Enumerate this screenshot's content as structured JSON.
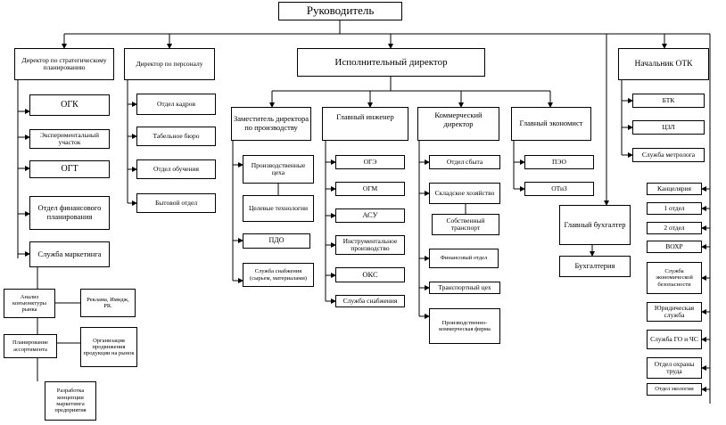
{
  "root": "Руководитель",
  "strategic": {
    "head": "Директор по стратегическому планированию",
    "units": [
      "ОГК",
      "Экспериментальный участок",
      "ОГТ",
      "Отдел финансового планирования",
      "Служба маркетинга"
    ]
  },
  "marketing": {
    "units": [
      "Анализ конъюнктуры рынка",
      "Реклама, Имидж, PR.",
      "Планирование ассортимента",
      "Организация продвижения продукции на рынок",
      "Разработка концепции маркетинга предприятия"
    ]
  },
  "personnel": {
    "head": "Директор по персоналу",
    "units": [
      "Отдел кадров",
      "Табельное бюро",
      "Отдел обучения",
      "Бытовой отдел"
    ]
  },
  "executive": "Исполнительный директор",
  "production": {
    "head": "Заместитель директора по производству",
    "units": [
      "Производственные цеха",
      "Целевые технологии",
      "ПДО",
      "Служба снабжения (сырьем, материалами)"
    ]
  },
  "engineer": {
    "head": "Главный инженер",
    "units": [
      "ОГЭ",
      "ОГМ",
      "АСУ",
      "Инструментальное производство",
      "ОКС",
      "Служба снабжения"
    ]
  },
  "commercial": {
    "head": "Коммерческий директор",
    "units": [
      "Отдел сбыта",
      "Складское хозяйство",
      "Собственный транспорт",
      "Финансовый отдел",
      "Транспортный цех",
      "Производственно-коммерческая фирма"
    ]
  },
  "economist": {
    "head": "Главный экономист",
    "units": [
      "ПЭО",
      "ОТиЗ"
    ]
  },
  "accountant": {
    "head": "Главный бухгалтер",
    "unit": "Бухгалтерия"
  },
  "otk": {
    "head": "Начальник ОТК",
    "units": [
      "БТК",
      "ЦЗЛ",
      "Служба метролога"
    ]
  },
  "right_column": [
    "Канцелярия",
    "1 отдел",
    "2 отдел",
    "ВОХР",
    "Служба экономической безопасности",
    "Юридическая служба",
    "Служба ГО и ЧС",
    "Отдел охраны труда",
    "Отдел экологии"
  ]
}
